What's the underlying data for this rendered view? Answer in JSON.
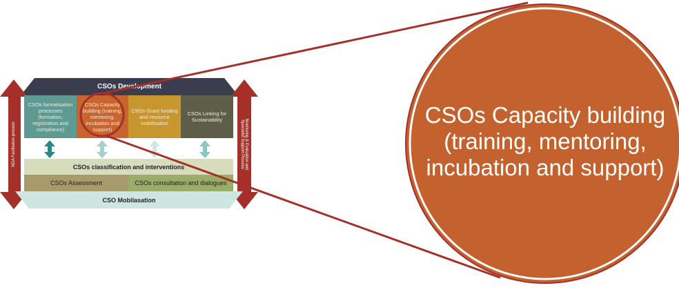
{
  "diagram": {
    "top_banner": "CSOs Development",
    "boxes": [
      {
        "label": "CSOs formalisation processes (formation, registration and compliance)",
        "color": "#5f9a92"
      },
      {
        "label": "CSOs Capacity building (training, mentoring, incubation and support)",
        "color": "#c8652f"
      },
      {
        "label": "CSOs Grant funding and resource mobilisation",
        "color": "#c8962e"
      },
      {
        "label": "CSOs Linking for Sustainability",
        "color": "#5e5e48"
      }
    ],
    "classification": "CSOs classification and interventions",
    "assessment": "CSOs Assessment",
    "consultation": "CSOs consultation and dialogues",
    "mobilisation": "CSO Mobilasation",
    "left_arrow_label": "NDA Facilitation process",
    "right_arrow_label": "Monitoring & Evaluation and Specialist Support Process",
    "zoom_circle_label": "CSOs Capacity building (training, mentoring, incubation and support)",
    "colors": {
      "banner": "#3a3d4e",
      "arrow": "#a5302a",
      "zoom_circle": "#c3622f"
    }
  }
}
